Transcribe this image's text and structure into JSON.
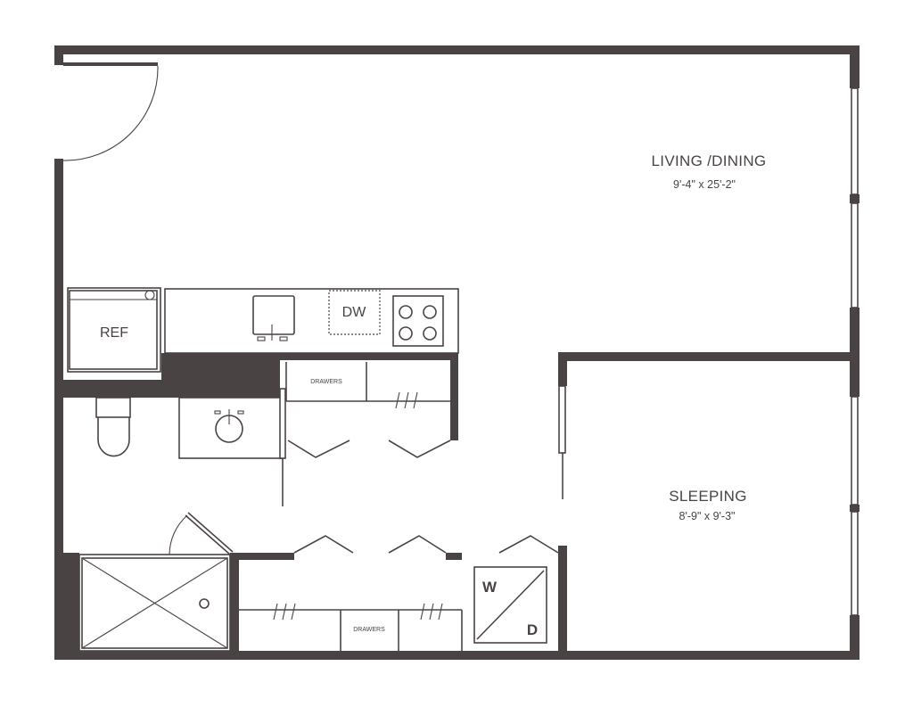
{
  "rooms": {
    "living": {
      "name": "LIVING /DINING",
      "dimensions": "9'-4\" x 25'-2\""
    },
    "sleeping": {
      "name": "SLEEPING",
      "dimensions": "8'-9\" x 9'-3\""
    }
  },
  "fixtures": {
    "refrigerator": "REF",
    "dishwasher": "DW",
    "washer": "W",
    "dryer": "D",
    "drawers_upper": "DRAWERS",
    "drawers_lower": "DRAWERS"
  },
  "colors": {
    "wall": "#4a4344",
    "background": "#ffffff"
  }
}
